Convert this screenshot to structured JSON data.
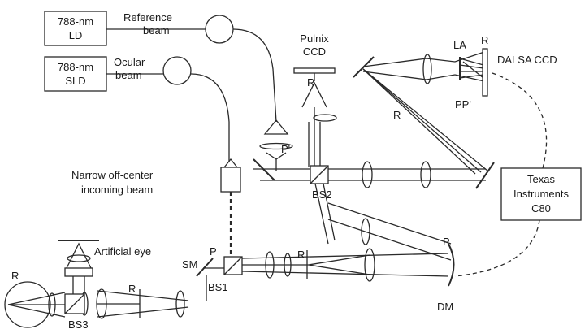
{
  "boxes": {
    "ld": {
      "line1": "788-nm",
      "line2": "LD"
    },
    "sld": {
      "line1": "788-nm",
      "line2": "SLD"
    },
    "ti": {
      "line1": "Texas",
      "line2": "Instruments",
      "line3": "C80"
    }
  },
  "labels": {
    "reference_beam_1": "Reference",
    "reference_beam_2": "beam",
    "ocular_beam_1": "Ocular",
    "ocular_beam_2": "beam",
    "pulnix_1": "Pulnix",
    "pulnix_2": "CCD",
    "dalsa": "DALSA CCD",
    "narrow_1": "Narrow off-center",
    "narrow_2": "incoming beam",
    "artificial_eye": "Artificial eye",
    "bs1": "BS1",
    "bs2": "BS2",
    "bs3": "BS3",
    "sm": "SM",
    "dm": "DM",
    "p_top": "P'",
    "pp": "PP'",
    "la": "LA",
    "p_left": "P",
    "p_right": "P",
    "r_pulnix": "R",
    "r_dalsa": "R",
    "r_diag": "R",
    "r_center": "R",
    "r_left": "R",
    "r_eye": "R"
  },
  "colors": {
    "line": "#2a2a2a",
    "dashed": "#444444"
  }
}
